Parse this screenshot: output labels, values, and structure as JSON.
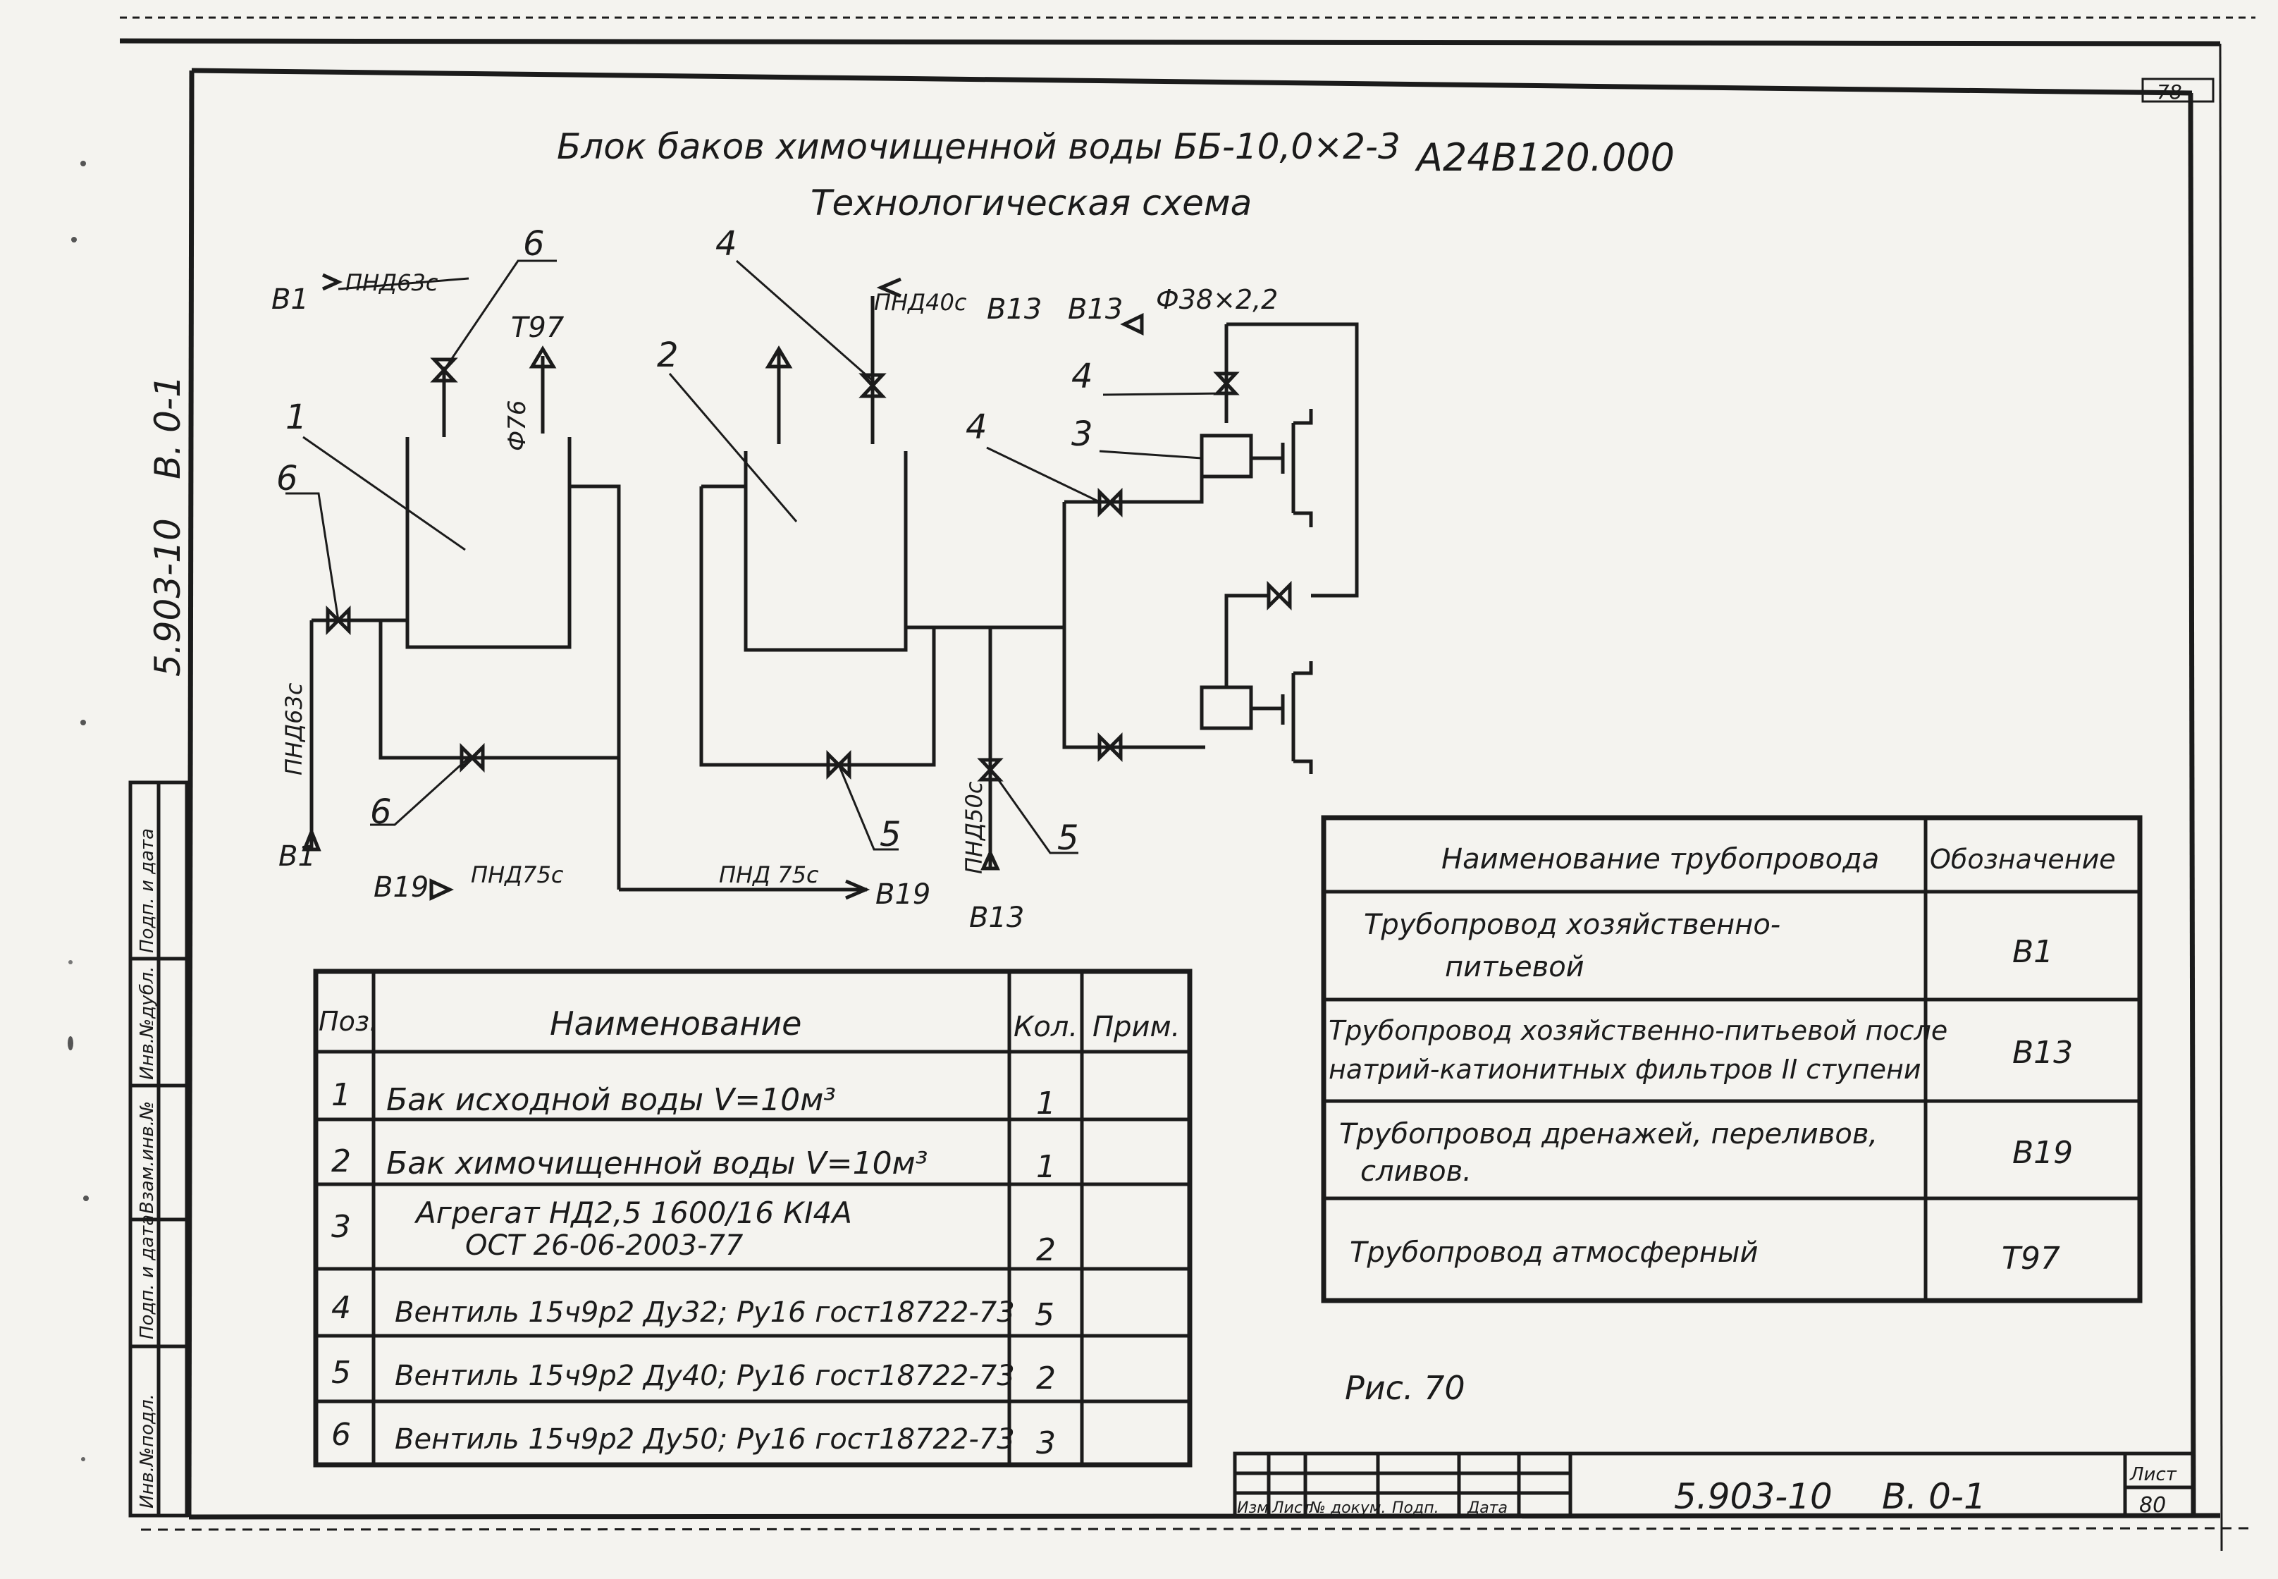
{
  "drawing": {
    "title": "Блок баков химочищенной воды ББ-10,0×2-3",
    "code": "А24В120.000",
    "subtitle": "Технологическая схема",
    "sheet_no": "78",
    "figure": "Рис. 70",
    "side_code": "5.903-10",
    "side_issue": "В. 0-1"
  },
  "diagram": {
    "pos_labels": [
      "6",
      "4",
      "1",
      "2",
      "6",
      "4",
      "3",
      "4",
      "6",
      "5",
      "5"
    ],
    "pipes": [
      {
        "text": "В1"
      },
      {
        "text": "ПНД63с"
      },
      {
        "text": "Т97"
      },
      {
        "text": "Ф76"
      },
      {
        "text": "ПНД40с"
      },
      {
        "text": "В13"
      },
      {
        "text": "В13"
      },
      {
        "text": "Ф38×2,2"
      },
      {
        "text": "ПНД63с"
      },
      {
        "text": "В1"
      },
      {
        "text": "В19"
      },
      {
        "text": "ПНД75с"
      },
      {
        "text": "ПНД 75с"
      },
      {
        "text": "В19"
      },
      {
        "text": "ПНД50с"
      },
      {
        "text": "В13"
      }
    ]
  },
  "spec_table": {
    "headers": [
      "Поз.",
      "Наименование",
      "Кол.",
      "Прим."
    ],
    "rows": [
      {
        "pos": "1",
        "name": "Бак исходной воды V=10м³",
        "name2": "",
        "qty": "1",
        "note": ""
      },
      {
        "pos": "2",
        "name": "Бак химочищенной воды V=10м³",
        "name2": "",
        "qty": "1",
        "note": ""
      },
      {
        "pos": "3",
        "name": "Агрегат НД2,5 1600/16 КI4А",
        "name2": "ОСТ 26-06-2003-77",
        "qty": "2",
        "note": ""
      },
      {
        "pos": "4",
        "name": "Вентиль 15ч9р2 Ду32; Ру16 гост18722-73",
        "name2": "",
        "qty": "5",
        "note": ""
      },
      {
        "pos": "5",
        "name": "Вентиль 15ч9р2 Ду40; Ру16 гост18722-73",
        "name2": "",
        "qty": "2",
        "note": ""
      },
      {
        "pos": "6",
        "name": "Вентиль 15ч9р2 Ду50; Ру16 гост18722-73",
        "name2": "",
        "qty": "3",
        "note": ""
      }
    ]
  },
  "pipe_table": {
    "headers": [
      "Наименование трубопровода",
      "Обозначение"
    ],
    "rows": [
      {
        "name": "Трубопровод хозяйственно-",
        "name2": "питьевой",
        "code": "В1"
      },
      {
        "name": "Трубопровод хозяйственно-питьевой после",
        "name2": "натрий-катионитных фильтров II ступени",
        "code": "В13"
      },
      {
        "name": "Трубопровод дренажей, переливов,",
        "name2": "сливов.",
        "code": "В19"
      },
      {
        "name": "Трубопровод атмосферный",
        "name2": "",
        "code": "Т97"
      }
    ]
  },
  "side_stamp": [
    "Инв.№подл.",
    "Подп. и дата",
    "Взам.инв.№",
    "Инв.№дубл.",
    "Подп. и дата"
  ],
  "title_block": {
    "cols": [
      "Изм",
      "Лист",
      "№ докум.",
      "Подп.",
      "Дата"
    ],
    "code": "5.903-10",
    "issue": "В. 0-1",
    "list_label": "Лист",
    "list_value": "80"
  }
}
